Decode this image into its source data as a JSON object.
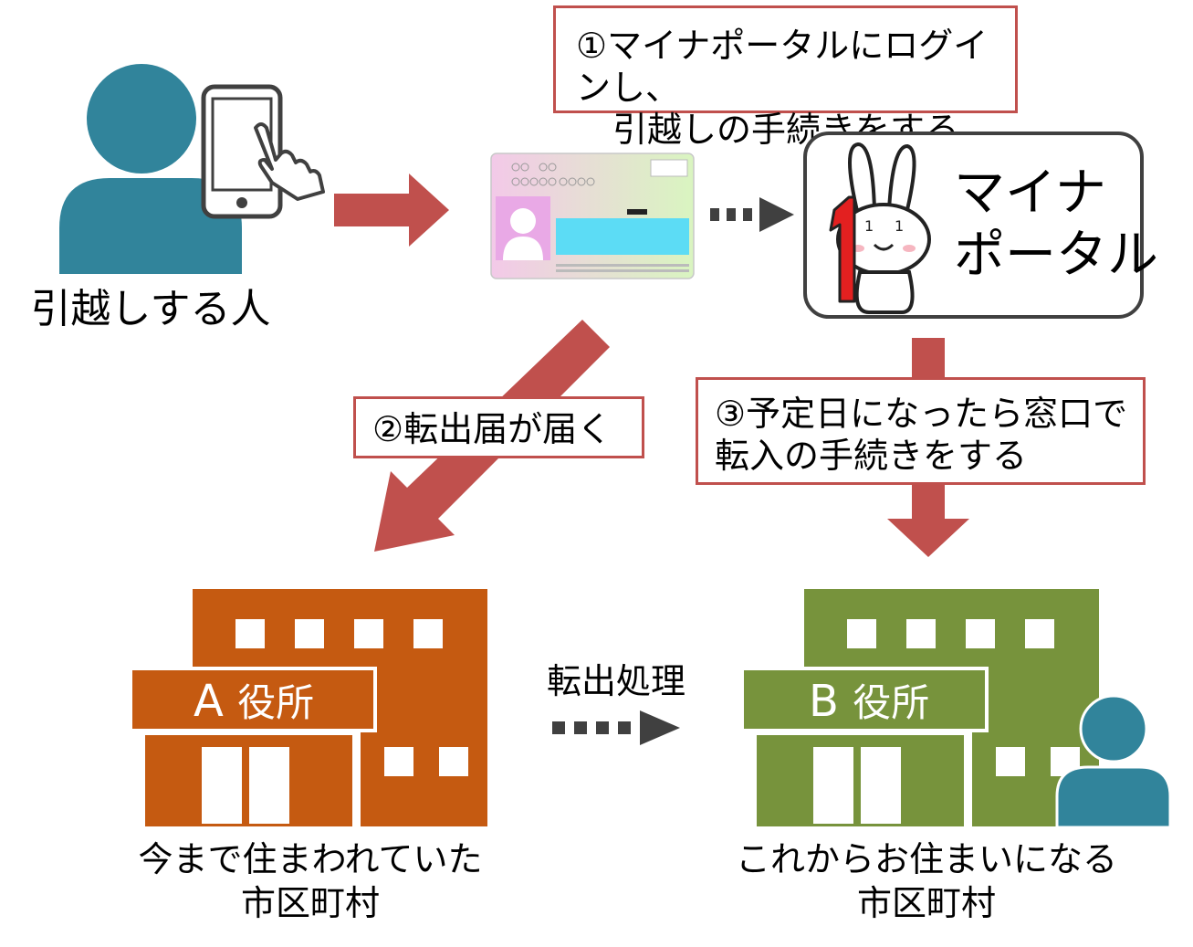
{
  "person_label": "引越しする人",
  "step1": {
    "line1": "①マイナポータルにログインし、",
    "line2": "引越しの手続きをする"
  },
  "portal": {
    "line1": "マイナ",
    "line2": "ポータル",
    "mascot_digit": "1"
  },
  "step2": {
    "text": "②転出届が届く"
  },
  "step3": {
    "line1": "③予定日になったら窓口で",
    "line2": "転入の手続きをする"
  },
  "transfer_label": "転出処理",
  "office_a": {
    "letter": "A",
    "name": "役所",
    "caption_line1": "今まで住まわれていた",
    "caption_line2": "市区町村"
  },
  "office_b": {
    "letter": "B",
    "name": "役所",
    "caption_line1": "これからお住まいになる",
    "caption_line2": "市区町村"
  },
  "colors": {
    "arrow_red": "#c0504d",
    "person_teal": "#31849b",
    "office_orange": "#c55a11",
    "office_green": "#77933c",
    "dark_gray": "#404040"
  },
  "icons": [
    "person-icon",
    "smartphone-icon",
    "pointing-hand-icon",
    "my-number-card-icon",
    "rabbit-mascot-icon",
    "building-icon",
    "staff-person-icon"
  ]
}
